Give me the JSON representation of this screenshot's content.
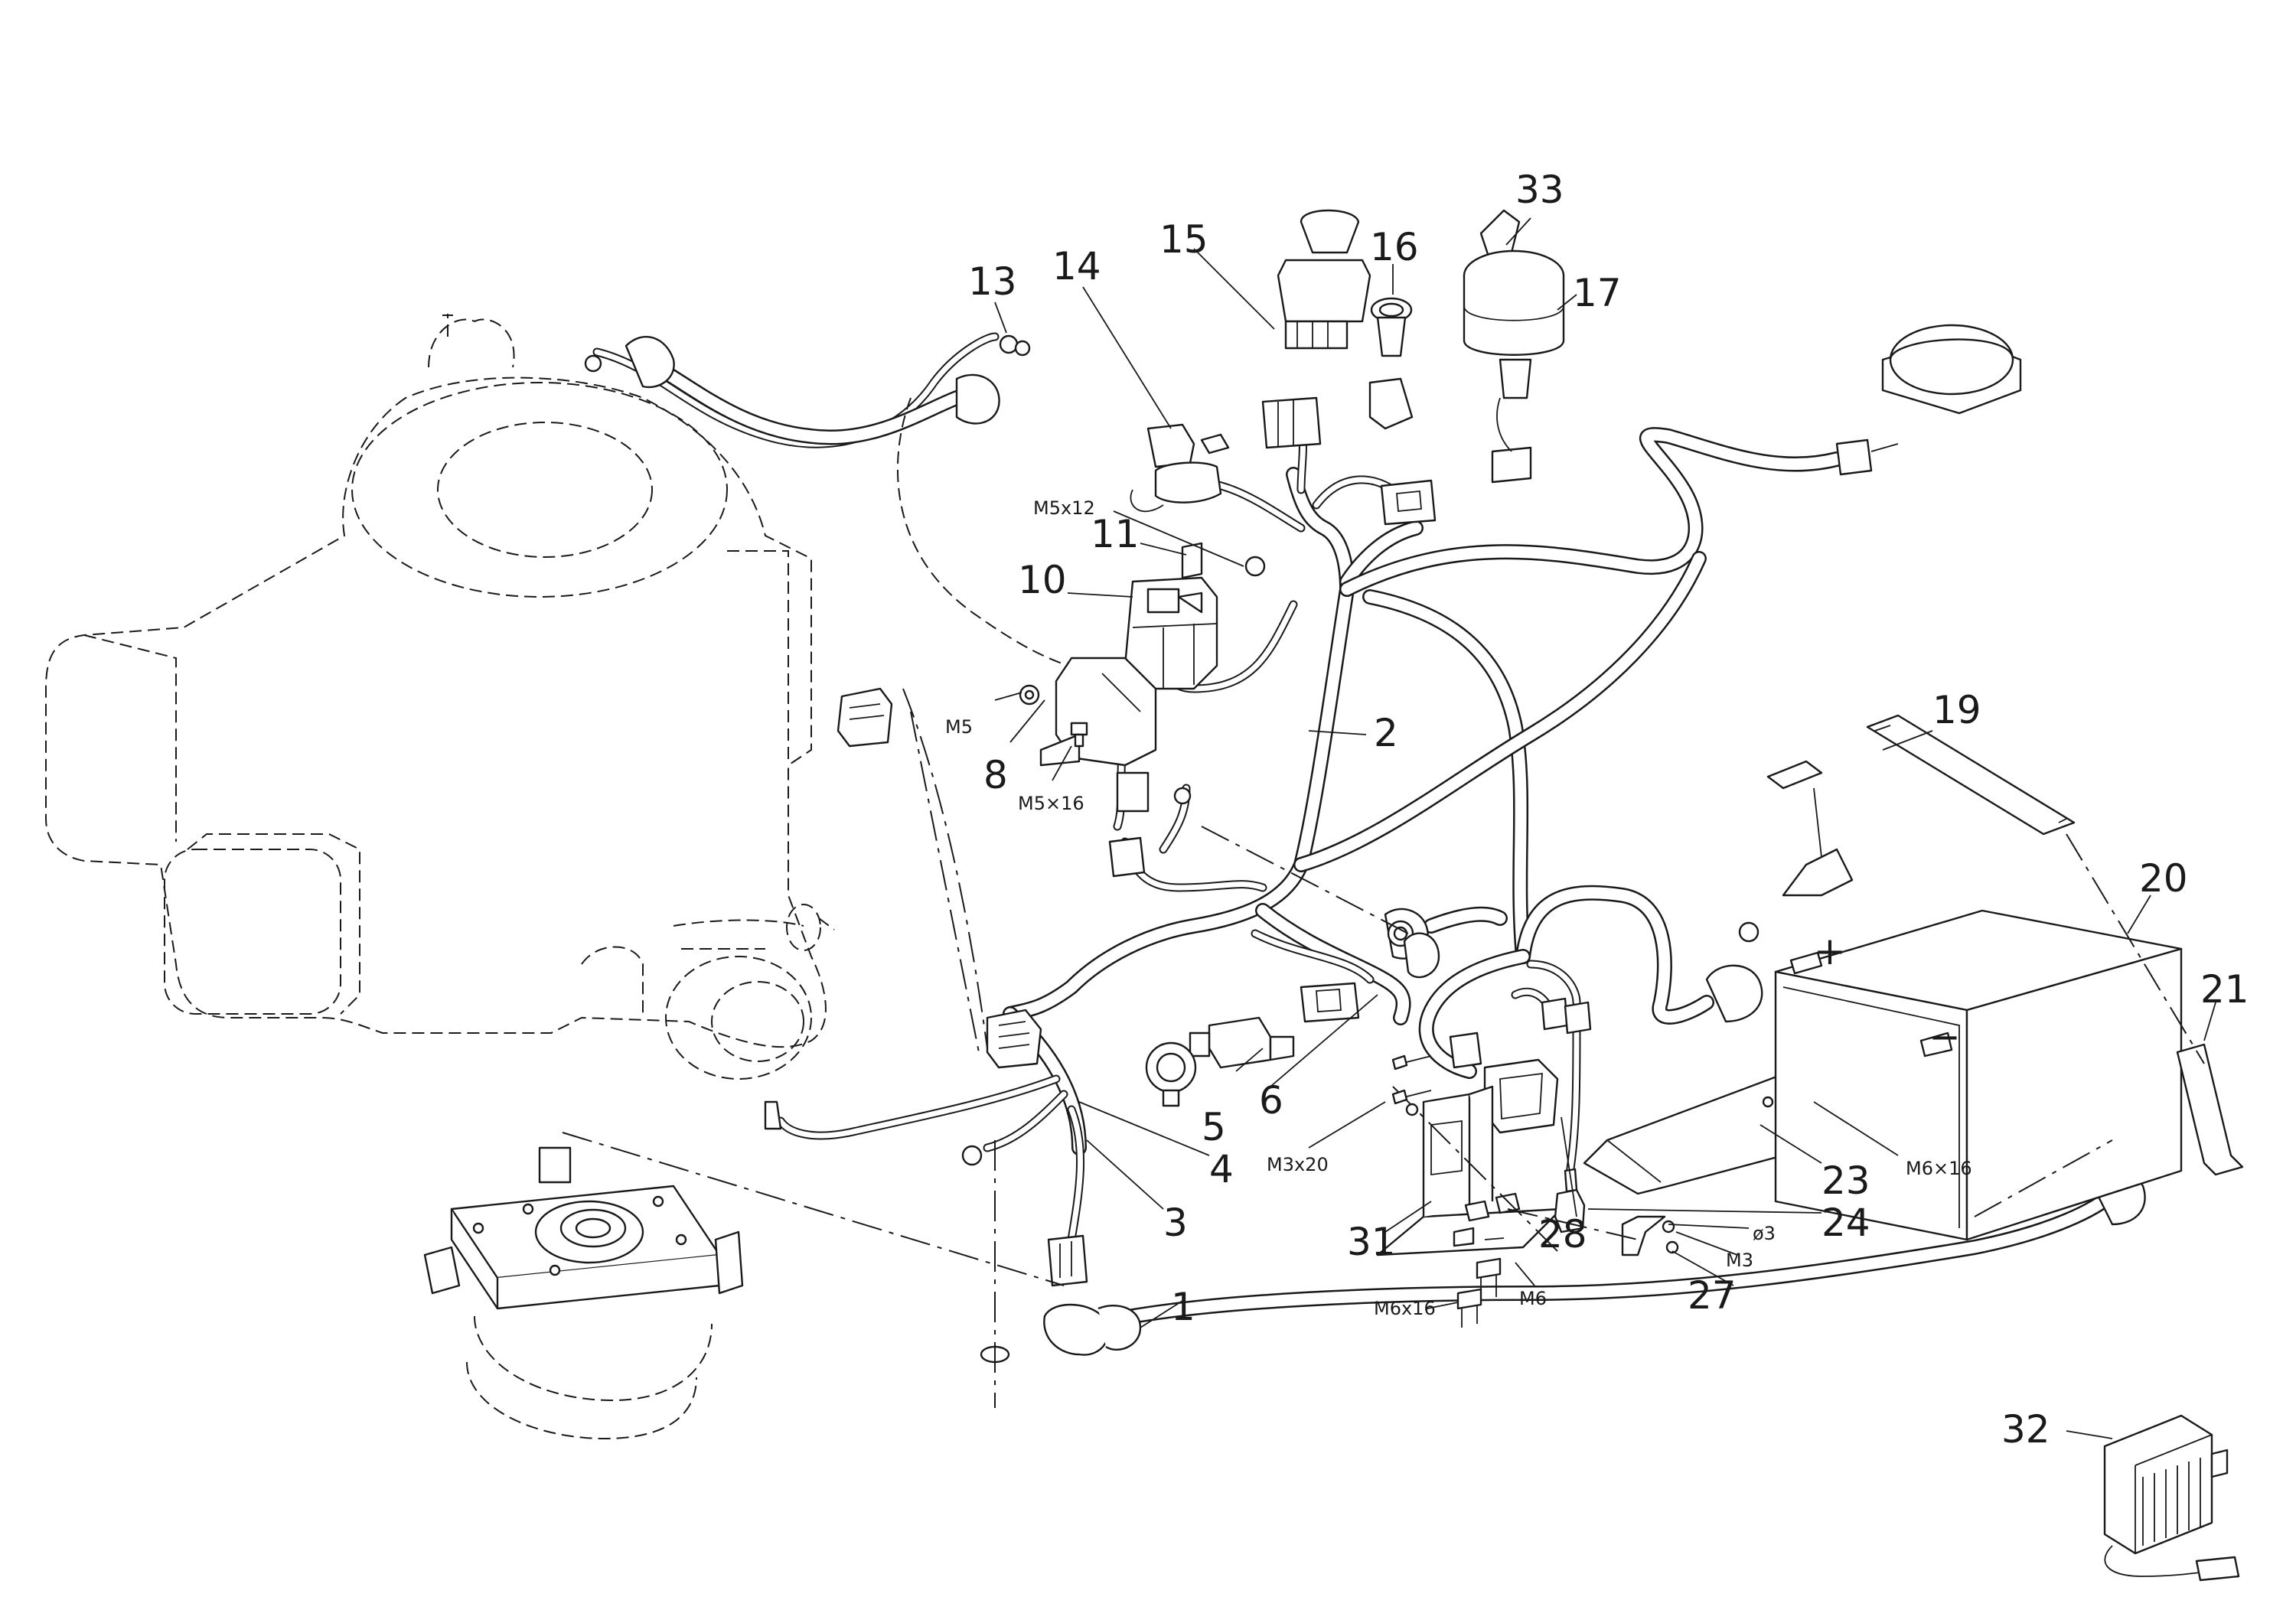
{
  "callouts": [
    {
      "id": "c1",
      "label": "1"
    },
    {
      "id": "c2",
      "label": "2"
    },
    {
      "id": "c3",
      "label": "3"
    },
    {
      "id": "c4",
      "label": "4"
    },
    {
      "id": "c5",
      "label": "5"
    },
    {
      "id": "c6",
      "label": "6"
    },
    {
      "id": "c8",
      "label": "8"
    },
    {
      "id": "c10",
      "label": "10"
    },
    {
      "id": "c11",
      "label": "11"
    },
    {
      "id": "c13",
      "label": "13"
    },
    {
      "id": "c14",
      "label": "14"
    },
    {
      "id": "c15",
      "label": "15"
    },
    {
      "id": "c16",
      "label": "16"
    },
    {
      "id": "c17",
      "label": "17"
    },
    {
      "id": "c19",
      "label": "19"
    },
    {
      "id": "c20",
      "label": "20"
    },
    {
      "id": "c21",
      "label": "21"
    },
    {
      "id": "c23",
      "label": "23"
    },
    {
      "id": "c24",
      "label": "24"
    },
    {
      "id": "c27",
      "label": "27"
    },
    {
      "id": "c28",
      "label": "28"
    },
    {
      "id": "c31",
      "label": "31"
    },
    {
      "id": "c32",
      "label": "32"
    },
    {
      "id": "c33",
      "label": "33"
    }
  ],
  "hardware": [
    {
      "id": "h_m5x12",
      "label": "M5x12"
    },
    {
      "id": "h_m5",
      "label": "M5"
    },
    {
      "id": "h_m5x16",
      "label": "M5×16"
    },
    {
      "id": "h_m3x20",
      "label": "M3x20"
    },
    {
      "id": "h_m6x16_a",
      "label": "M6×16"
    },
    {
      "id": "h_m6x16_b",
      "label": "M6x16"
    },
    {
      "id": "h_m6",
      "label": "M6"
    },
    {
      "id": "h_m3",
      "label": "M3"
    },
    {
      "id": "h_d3",
      "label": "ø3"
    }
  ],
  "battery_terminals": {
    "positive": "+",
    "negative": "−"
  }
}
